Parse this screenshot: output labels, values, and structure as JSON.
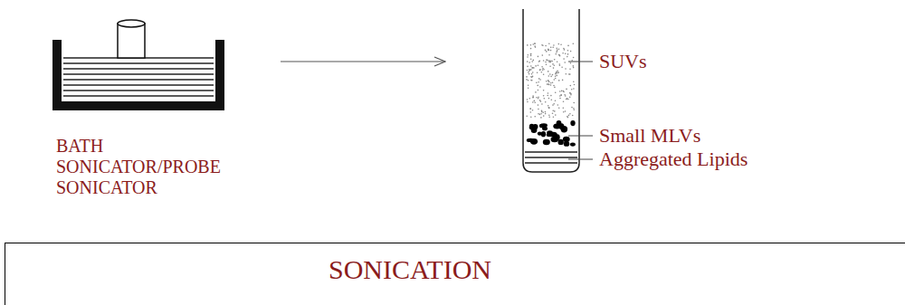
{
  "diagram": {
    "nodes": [
      {
        "text": [
          "SONICATION"
        ]
      }
    ],
    "labels": [
      "BATH SONICATOR/PROBE SONICATOR",
      "SUVs",
      "Small MLVs",
      "Aggregated Lipids"
    ]
  }
}
